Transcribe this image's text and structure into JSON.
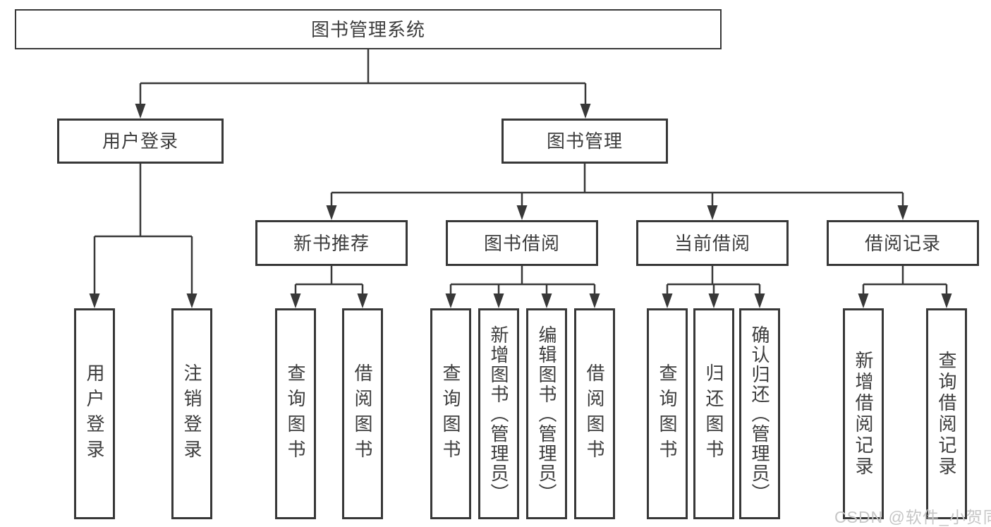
{
  "tree": {
    "label": "图书管理系统",
    "children": [
      {
        "label": "用户登录",
        "children": [
          {
            "label": "用户登录"
          },
          {
            "label": "注销登录"
          }
        ]
      },
      {
        "label": "图书管理",
        "children": [
          {
            "label": "新书推荐",
            "children": [
              {
                "label": "查询图书"
              },
              {
                "label": "借阅图书"
              }
            ]
          },
          {
            "label": "图书借阅",
            "children": [
              {
                "label": "查询图书"
              },
              {
                "label": "新增图书（管理员）"
              },
              {
                "label": "编辑图书（管理员）"
              },
              {
                "label": "借阅图书"
              }
            ]
          },
          {
            "label": "当前借阅",
            "children": [
              {
                "label": "查询图书"
              },
              {
                "label": "归还图书"
              },
              {
                "label": "确认归还（管理员）"
              }
            ]
          },
          {
            "label": "借阅记录",
            "children": [
              {
                "label": "新增借阅记录"
              },
              {
                "label": "查询借阅记录"
              }
            ]
          }
        ]
      }
    ]
  },
  "watermark": "CSDN @软件_小贺同学",
  "colors": {
    "line": "#383838",
    "box_border": "#383838",
    "text": "#3d3d3d",
    "watermark": "#c6c6c6",
    "background": "#ffffff"
  }
}
